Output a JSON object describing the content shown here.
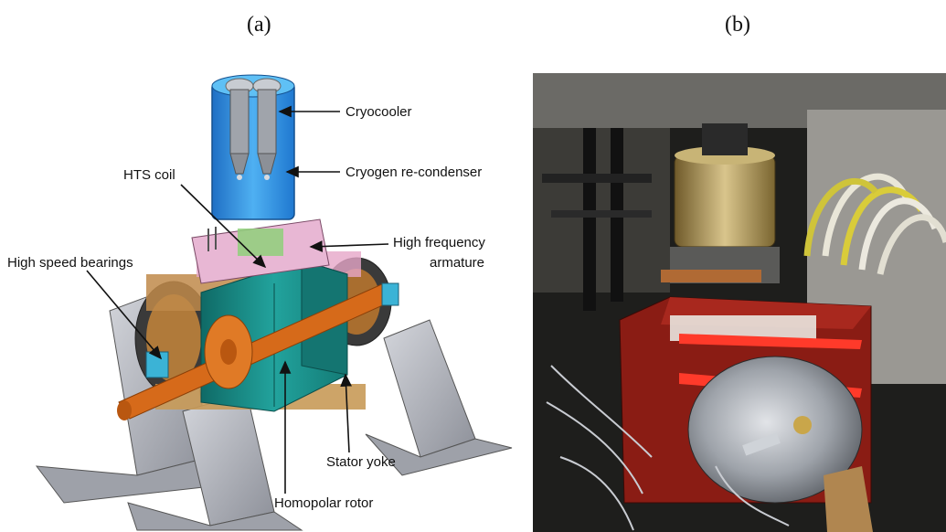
{
  "panels": {
    "a": "(a)",
    "b": "(b)"
  },
  "callouts": {
    "cryocooler": "Cryocooler",
    "recondenser": "Cryogen re-condenser",
    "hts_coil": "HTS coil",
    "hf_armature_line1": "High frequency",
    "hf_armature_line2": "armature",
    "bearings": "High speed bearings",
    "stator_yoke": "Stator yoke",
    "rotor": "Homopolar rotor"
  },
  "colors": {
    "cryocooler_blue": "#2f8fe0",
    "rotor_teal": "#1c8a86",
    "shaft_orange": "#d66a1a",
    "frame_gray": "#b9bcc4",
    "machine_red": "#8a1c14"
  }
}
